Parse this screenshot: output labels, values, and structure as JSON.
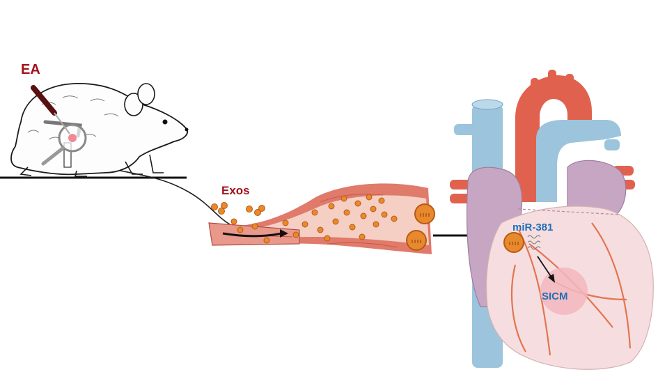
{
  "labels": {
    "ea": "EA",
    "exos": "Exos",
    "mirna": "miR-381",
    "sicm": "SICM"
  },
  "colors": {
    "dark_red_label": "#a3111c",
    "blue_label": "#1f6fb5",
    "exosome_orange": "#e8892e",
    "exosome_stroke": "#b85a12",
    "vessel_red": "#e07a6a",
    "vessel_light": "#f5cfc4",
    "heart_pink": "#f6dde0",
    "heart_purple": "#c7a6c4",
    "aorta_red": "#e0624e",
    "vein_blue": "#9cc4dc",
    "needle": "#5a1010"
  }
}
